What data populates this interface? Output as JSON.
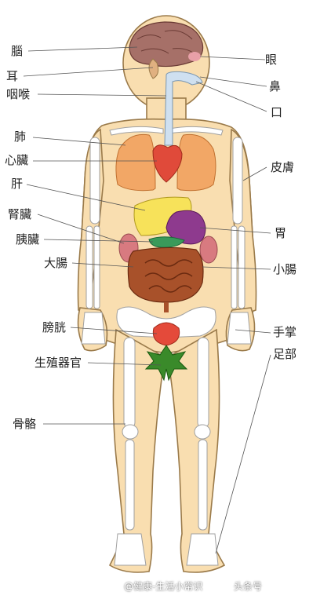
{
  "labels": {
    "brain": "腦",
    "ear": "耳",
    "throat": "咽喉",
    "lung": "肺",
    "heart": "心臟",
    "liver": "肝",
    "kidney": "腎臟",
    "pancreas": "胰臟",
    "large_intestine": "大腸",
    "bladder": "膀胱",
    "genitals": "生殖器官",
    "skeleton": "骨骼",
    "eye": "眼",
    "nose": "鼻",
    "mouth": "口",
    "skin": "皮膚",
    "stomach": "胃",
    "small_intestine": "小腸",
    "palm": "手掌",
    "foot": "足部"
  },
  "watermark": {
    "left": "@健康-生活小常识",
    "right": "头条号"
  },
  "colors": {
    "skin": "#f9deb0",
    "outline": "#9a7a4a",
    "bone": "#ffffff",
    "brain": "#a67068",
    "lung": "#f2a766",
    "heart": "#e04a3a",
    "liver": "#f7e25a",
    "stomach": "#8e3a8e",
    "intestine": "#a8512a",
    "bladder": "#e44a3a",
    "leaf": "#3a8a2a",
    "airway": "#cfe0f0"
  }
}
